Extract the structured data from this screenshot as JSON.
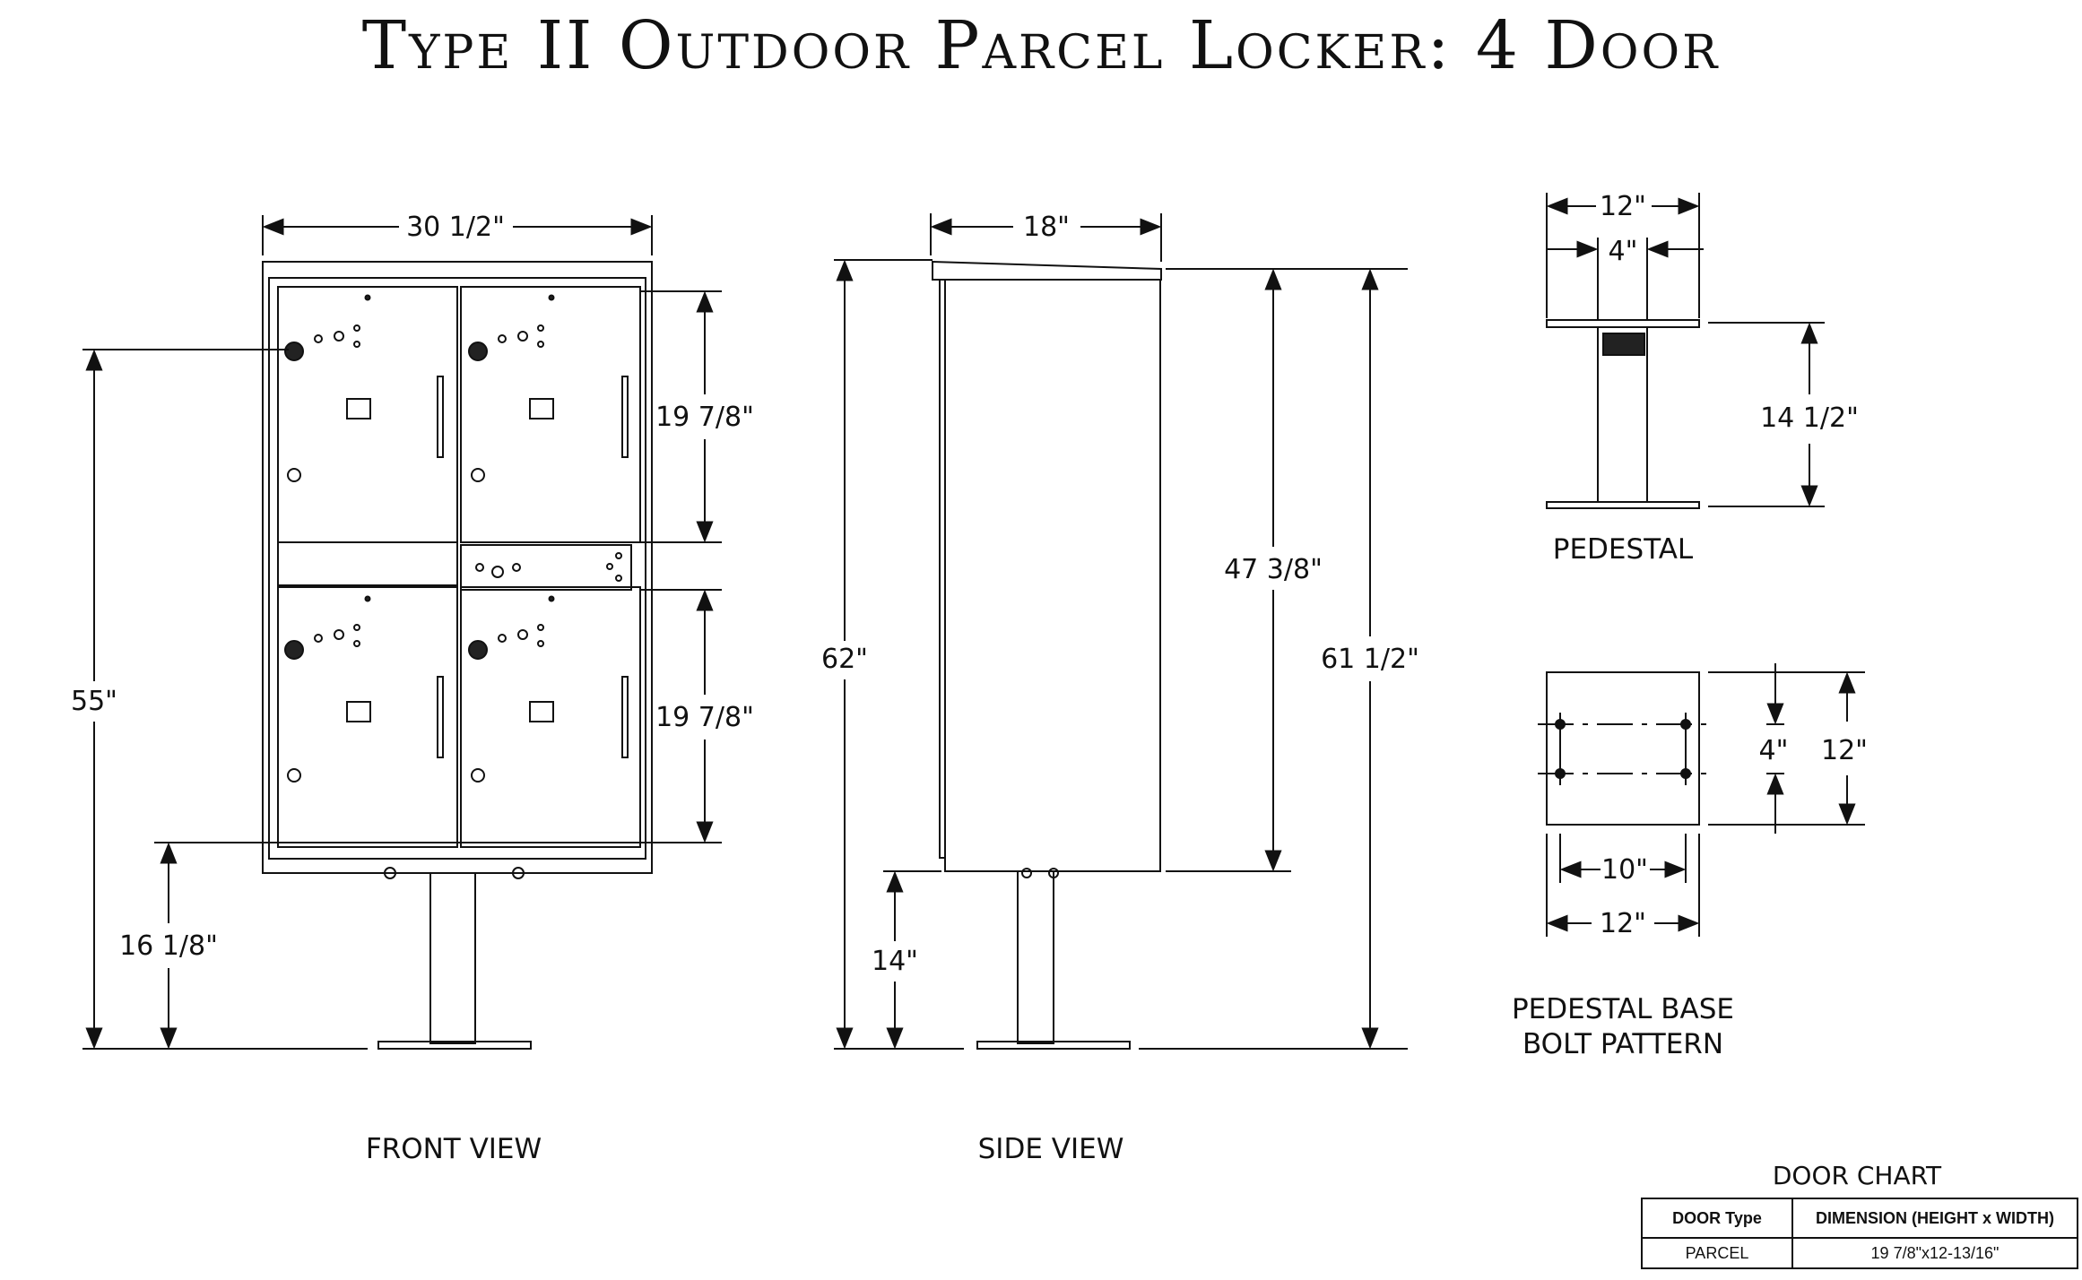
{
  "title": "Type II Outdoor Parcel Locker: 4 Door",
  "front_view": {
    "caption": "FRONT VIEW",
    "width": "30 1/2\"",
    "door_height_top": "19 7/8\"",
    "door_height_bottom": "19 7/8\"",
    "height_to_lock": "55\"",
    "height_to_bottom": "16 1/8\""
  },
  "side_view": {
    "caption": "SIDE VIEW",
    "depth": "18\"",
    "overall_height": "62\"",
    "box_height": "47 3/8\"",
    "height_to_top": "61 1/2\"",
    "clearance": "14\""
  },
  "pedestal": {
    "caption": "PEDESTAL",
    "plate_width": "12\"",
    "post_width": "4\"",
    "height": "14 1/2\""
  },
  "bolt_pattern": {
    "caption_line1": "PEDESTAL BASE",
    "caption_line2": "BOLT PATTERN",
    "bolt_spacing_v": "4\"",
    "plate_height": "12\"",
    "bolt_spacing_h": "10\"",
    "plate_width": "12\""
  },
  "door_chart": {
    "title": "DOOR CHART",
    "headers": [
      "DOOR Type",
      "DIMENSION (HEIGHT x WIDTH)"
    ],
    "rows": [
      [
        "PARCEL",
        "19 7/8\"x12-13/16\""
      ]
    ]
  }
}
